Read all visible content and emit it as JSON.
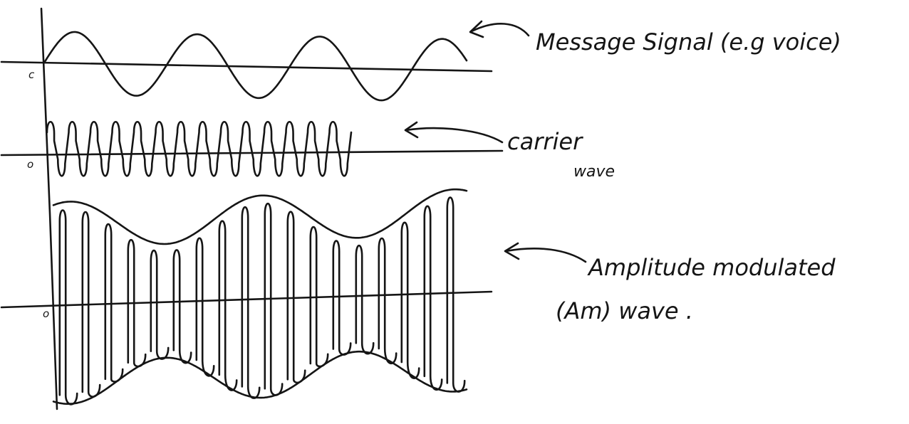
{
  "labels": {
    "message": "Message Signal (e.g voice)",
    "carrier_line1": "carrier",
    "carrier_line2": "wave",
    "am_line1": "Amplitude modulated",
    "am_line2": "(Am) wave ."
  },
  "origin_marks": {
    "message": "c",
    "carrier": "o",
    "am": "o"
  },
  "colors": {
    "ink": "#151515",
    "paper": "#ffffff"
  }
}
